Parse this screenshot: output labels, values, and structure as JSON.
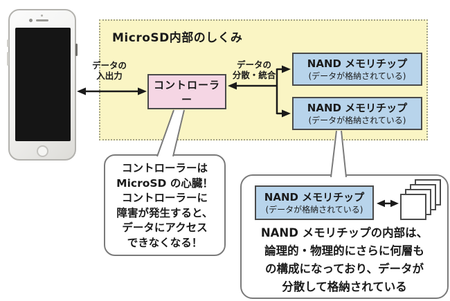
{
  "panel": {
    "title": "MicroSD内部のしくみ",
    "io_label": {
      "line1": "データの",
      "line2": "入出力"
    },
    "dist_label": {
      "line1": "データの",
      "line2": "分散・統合"
    },
    "controller": {
      "label": "コントローラー"
    },
    "nand_chips": [
      {
        "title": "NAND メモリチップ",
        "subtitle": "(データが格納されている)"
      },
      {
        "title": "NAND メモリチップ",
        "subtitle": "(データが格納されている)"
      }
    ]
  },
  "callouts": {
    "controller_note": {
      "lines": [
        "コントローラーは",
        "MicroSD の心臓！",
        "コントローラーに",
        "障害が発生すると、",
        "データにアクセス",
        "できなくなる！"
      ]
    },
    "nand_note": {
      "chip": {
        "title": "NAND メモリチップ",
        "subtitle": "(データが格納されている)"
      },
      "lines": [
        "NAND メモリチップの内部は、",
        "論理的・物理的にさらに何層も",
        "の構成になっており、データが",
        "分散して格納されている"
      ]
    }
  },
  "colors": {
    "panel_bg": "#FAF5C4",
    "controller_bg": "#F5D6E4",
    "nand_bg": "#B8D4EB",
    "box_border": "#4a4a4a",
    "bubble_border": "#7a7a7a",
    "arrow": "#1a1a1a"
  }
}
